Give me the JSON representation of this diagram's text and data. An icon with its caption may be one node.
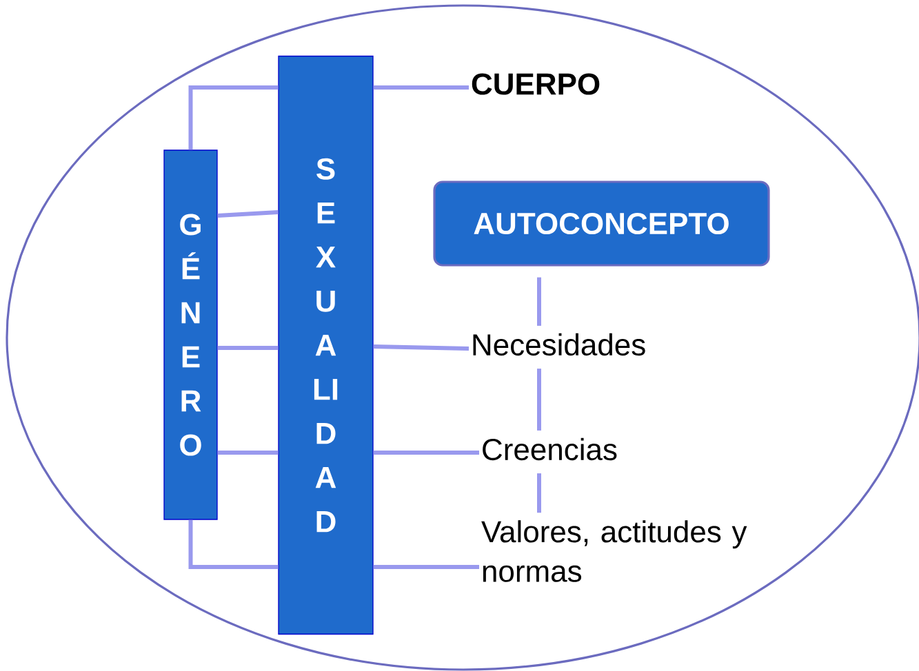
{
  "diagram": {
    "nodes": [
      {
        "text": [
          "GÉNERO"
        ]
      },
      {
        "text": [
          "SEXUALIDAD"
        ]
      },
      {
        "text": [
          "CUERPO"
        ]
      },
      {
        "text": [
          "AUTOCONCEPTO"
        ]
      },
      {
        "text": [
          "Necesidades"
        ]
      },
      {
        "text": [
          "Creencias"
        ]
      },
      {
        "text": [
          "Valores, actitudes y normas"
        ]
      }
    ],
    "edges": [
      {
        "from": 0,
        "to": 1,
        "arrow": "none"
      },
      {
        "from": 0,
        "to": 1,
        "arrow": "none"
      },
      {
        "from": 0,
        "to": 1,
        "arrow": "none"
      },
      {
        "from": 0,
        "to": 1,
        "arrow": "none"
      },
      {
        "from": 0,
        "to": 1,
        "arrow": "none"
      },
      {
        "from": 1,
        "to": 2,
        "arrow": "none"
      },
      {
        "from": 1,
        "to": 4,
        "arrow": "none"
      },
      {
        "from": 1,
        "to": 5,
        "arrow": "none"
      },
      {
        "from": 1,
        "to": 6,
        "arrow": "none"
      },
      {
        "from": 3,
        "to": 4,
        "arrow": "none"
      },
      {
        "from": 4,
        "to": 5,
        "arrow": "none"
      },
      {
        "from": 5,
        "to": 6,
        "arrow": "none"
      }
    ]
  }
}
